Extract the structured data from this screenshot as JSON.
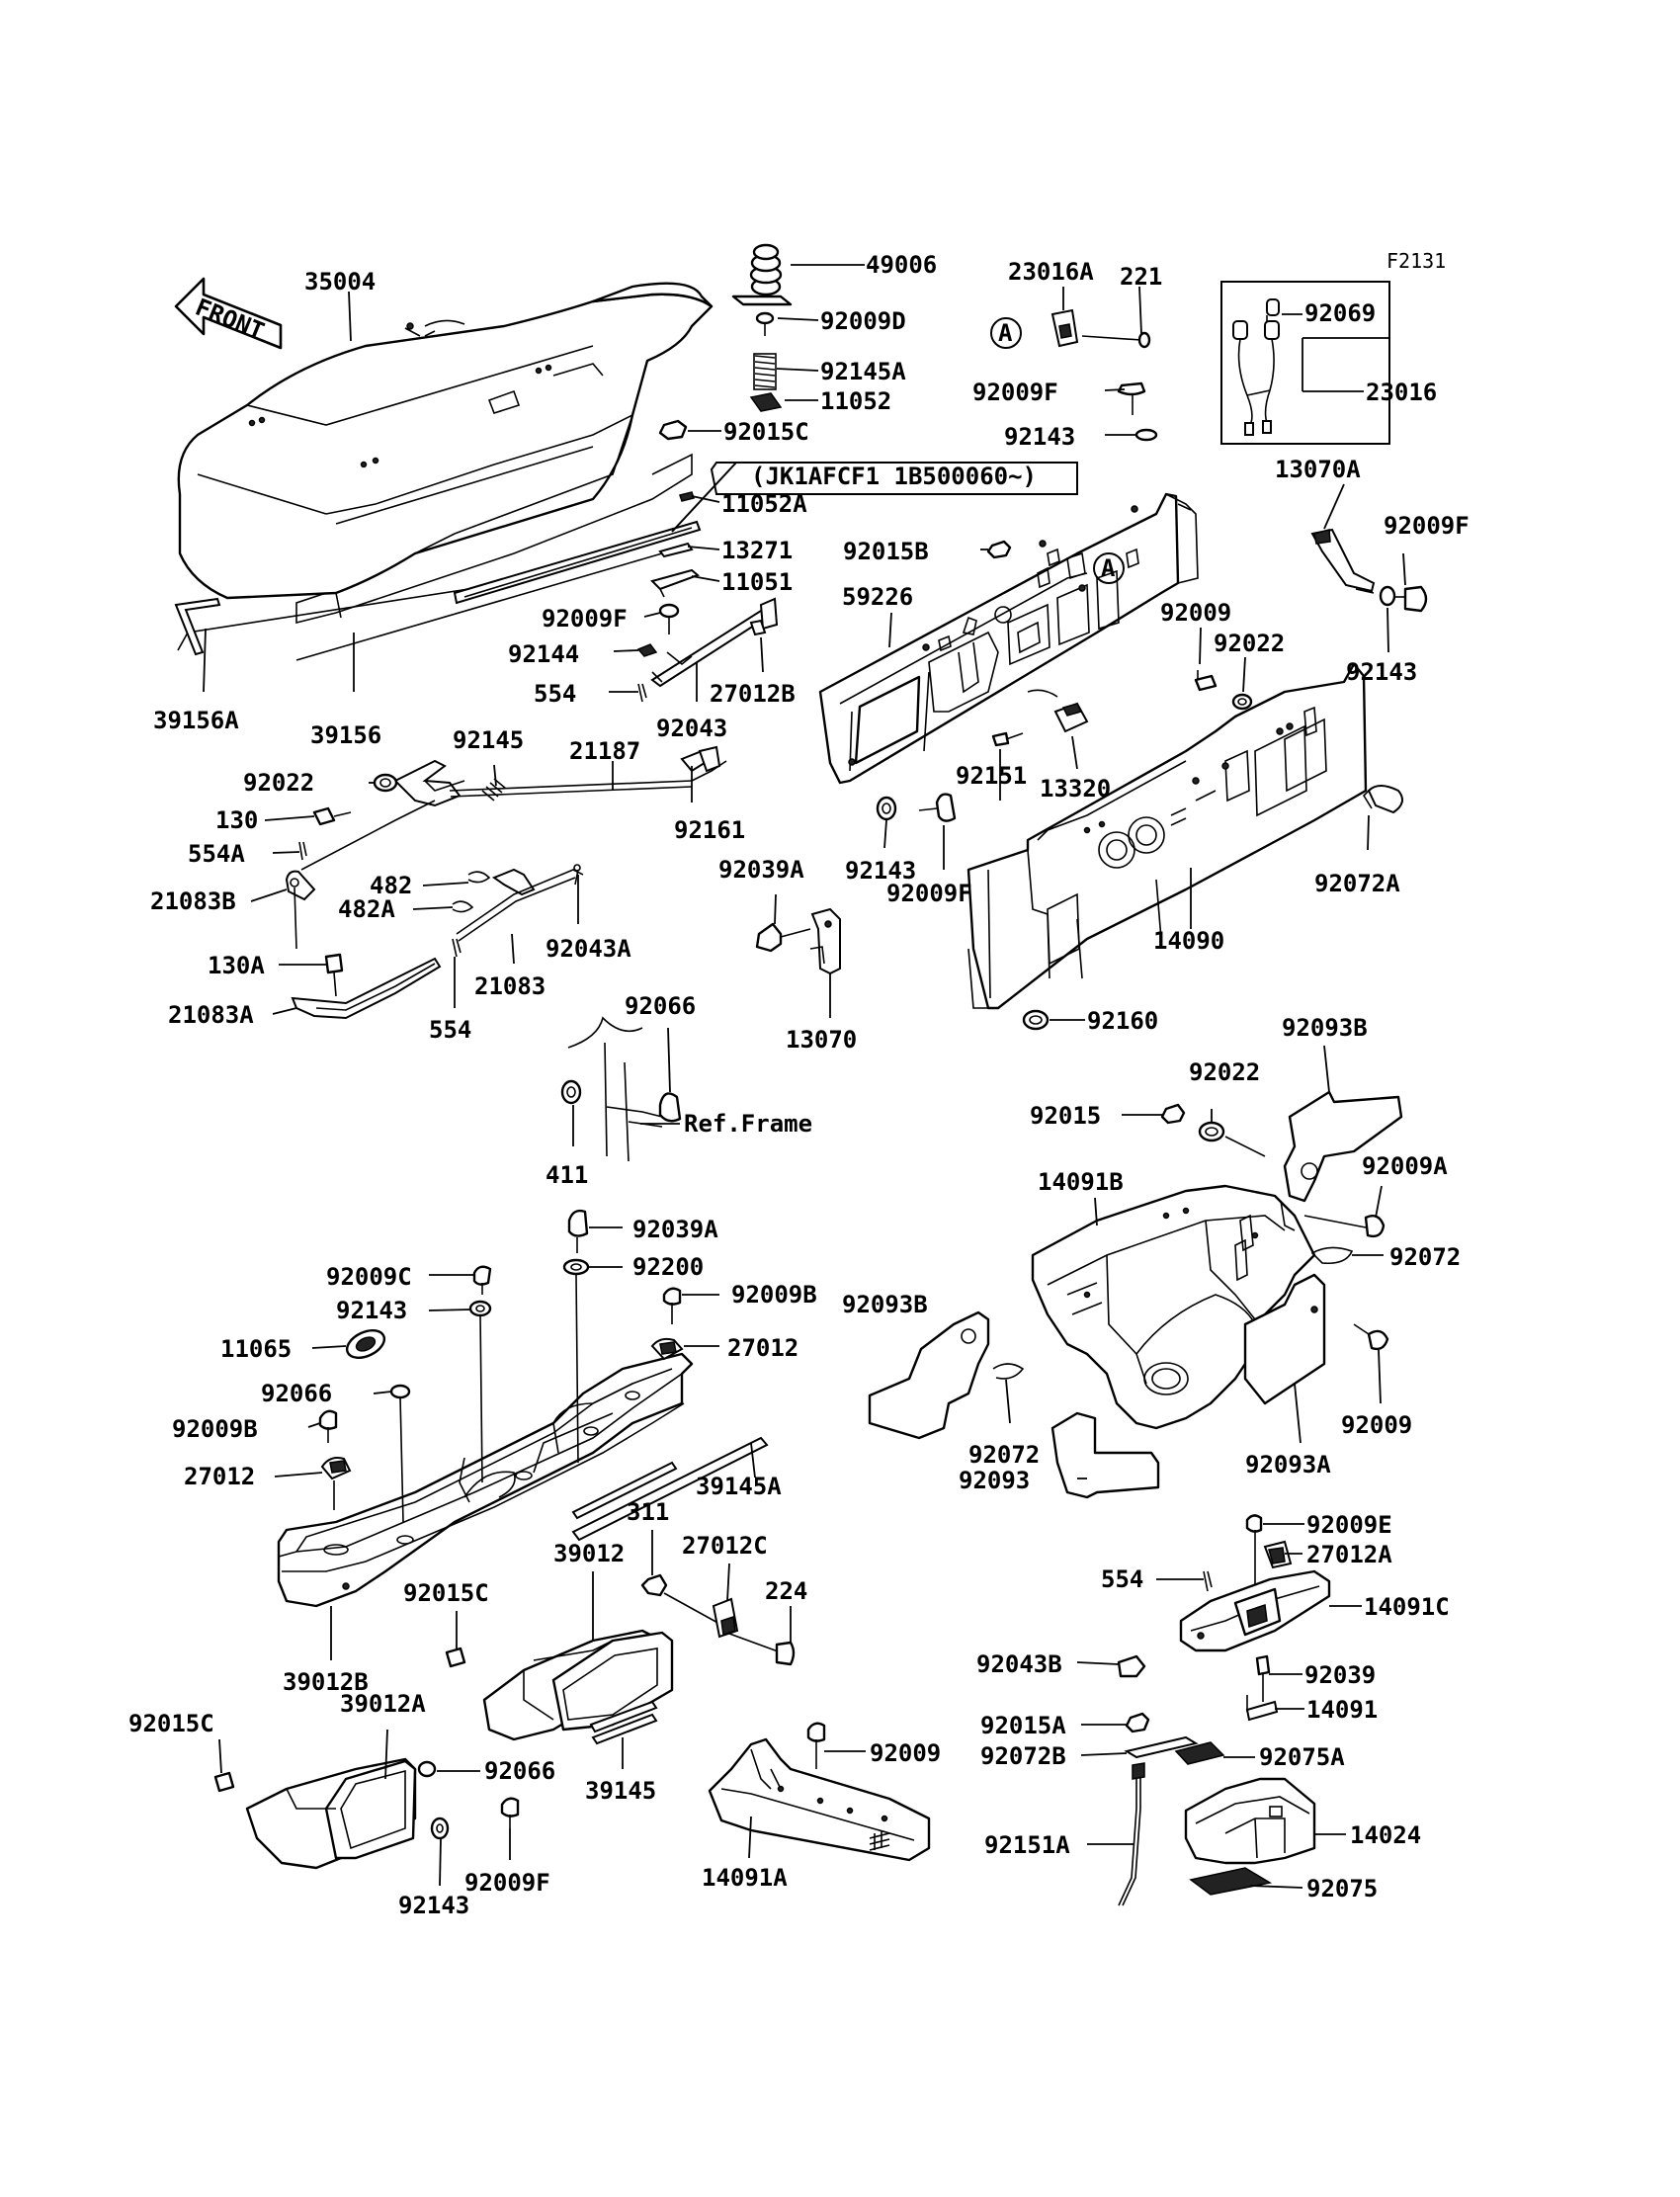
{
  "diagram_code": "F2131",
  "front_label": "FRONT",
  "reference_letter": "A",
  "serial_note": "(JK1AFCF1 1B500060~)",
  "labels": [
    {
      "id": "l1",
      "text": "35004"
    },
    {
      "id": "l2",
      "text": "49006"
    },
    {
      "id": "l3",
      "text": "92009D"
    },
    {
      "id": "l4",
      "text": "92145A"
    },
    {
      "id": "l5",
      "text": "11052"
    },
    {
      "id": "l6",
      "text": "92015C"
    },
    {
      "id": "l7",
      "text": "11052A"
    },
    {
      "id": "l8",
      "text": "13271"
    },
    {
      "id": "l9",
      "text": "11051"
    },
    {
      "id": "l10",
      "text": "92009F"
    },
    {
      "id": "l11",
      "text": "92144"
    },
    {
      "id": "l12",
      "text": "554"
    },
    {
      "id": "l13",
      "text": "27012B"
    },
    {
      "id": "l14",
      "text": "92043"
    },
    {
      "id": "l15",
      "text": "39156A"
    },
    {
      "id": "l16",
      "text": "39156"
    },
    {
      "id": "l17",
      "text": "23016A"
    },
    {
      "id": "l18",
      "text": "221"
    },
    {
      "id": "l19",
      "text": "92009F"
    },
    {
      "id": "l20",
      "text": "92143"
    },
    {
      "id": "l21",
      "text": "92069"
    },
    {
      "id": "l22",
      "text": "23016"
    },
    {
      "id": "l23",
      "text": "13070A"
    },
    {
      "id": "l24",
      "text": "92009F"
    },
    {
      "id": "l25",
      "text": "92143"
    },
    {
      "id": "l26",
      "text": "92015B"
    },
    {
      "id": "l27",
      "text": "59226"
    },
    {
      "id": "l28",
      "text": "92009"
    },
    {
      "id": "l29",
      "text": "92022"
    },
    {
      "id": "l30",
      "text": "13320"
    },
    {
      "id": "l31",
      "text": "92151"
    },
    {
      "id": "l32",
      "text": "92143"
    },
    {
      "id": "l33",
      "text": "92009F"
    },
    {
      "id": "l34",
      "text": "92072A"
    },
    {
      "id": "l35",
      "text": "14090"
    },
    {
      "id": "l36",
      "text": "92160"
    },
    {
      "id": "l37",
      "text": "92145"
    },
    {
      "id": "l38",
      "text": "21187"
    },
    {
      "id": "l39",
      "text": "92022"
    },
    {
      "id": "l40",
      "text": "130"
    },
    {
      "id": "l41",
      "text": "554A"
    },
    {
      "id": "l42",
      "text": "21083B"
    },
    {
      "id": "l43",
      "text": "92161"
    },
    {
      "id": "l44",
      "text": "482"
    },
    {
      "id": "l45",
      "text": "482A"
    },
    {
      "id": "l46",
      "text": "92043A"
    },
    {
      "id": "l47",
      "text": "130A"
    },
    {
      "id": "l48",
      "text": "21083"
    },
    {
      "id": "l49",
      "text": "21083A"
    },
    {
      "id": "l50",
      "text": "554"
    },
    {
      "id": "l51",
      "text": "92039A"
    },
    {
      "id": "l52",
      "text": "13070"
    },
    {
      "id": "l53",
      "text": "92066"
    },
    {
      "id": "l54",
      "text": "Ref.Frame"
    },
    {
      "id": "l55",
      "text": "411"
    },
    {
      "id": "l56",
      "text": "92093B"
    },
    {
      "id": "l57",
      "text": "92022"
    },
    {
      "id": "l58",
      "text": "92015"
    },
    {
      "id": "l59",
      "text": "92009A"
    },
    {
      "id": "l60",
      "text": "14091B"
    },
    {
      "id": "l61",
      "text": "92072"
    },
    {
      "id": "l62",
      "text": "92093B"
    },
    {
      "id": "l63",
      "text": "92009"
    },
    {
      "id": "l64",
      "text": "92072"
    },
    {
      "id": "l65",
      "text": "92093"
    },
    {
      "id": "l66",
      "text": "92093A"
    },
    {
      "id": "l67",
      "text": "92039A"
    },
    {
      "id": "l68",
      "text": "92200"
    },
    {
      "id": "l69",
      "text": "92009C"
    },
    {
      "id": "l70",
      "text": "92009B"
    },
    {
      "id": "l71",
      "text": "92143"
    },
    {
      "id": "l72",
      "text": "27012"
    },
    {
      "id": "l73",
      "text": "11065"
    },
    {
      "id": "l74",
      "text": "92066"
    },
    {
      "id": "l75",
      "text": "92009B"
    },
    {
      "id": "l76",
      "text": "27012"
    },
    {
      "id": "l77",
      "text": "39145A"
    },
    {
      "id": "l78",
      "text": "311"
    },
    {
      "id": "l79",
      "text": "39012"
    },
    {
      "id": "l80",
      "text": "27012C"
    },
    {
      "id": "l81",
      "text": "224"
    },
    {
      "id": "l82",
      "text": "92015C"
    },
    {
      "id": "l83",
      "text": "39012B"
    },
    {
      "id": "l84",
      "text": "92015C"
    },
    {
      "id": "l85",
      "text": "39012A"
    },
    {
      "id": "l86",
      "text": "92066"
    },
    {
      "id": "l87",
      "text": "39145"
    },
    {
      "id": "l88",
      "text": "92009F"
    },
    {
      "id": "l89",
      "text": "92143"
    },
    {
      "id": "l90",
      "text": "92009"
    },
    {
      "id": "l91",
      "text": "14091A"
    },
    {
      "id": "l92",
      "text": "92009E"
    },
    {
      "id": "l93",
      "text": "27012A"
    },
    {
      "id": "l94",
      "text": "554"
    },
    {
      "id": "l95",
      "text": "14091C"
    },
    {
      "id": "l96",
      "text": "92043B"
    },
    {
      "id": "l97",
      "text": "92039"
    },
    {
      "id": "l98",
      "text": "14091"
    },
    {
      "id": "l99",
      "text": "92015A"
    },
    {
      "id": "l100",
      "text": "92072B"
    },
    {
      "id": "l101",
      "text": "92075A"
    },
    {
      "id": "l102",
      "text": "92151A"
    },
    {
      "id": "l103",
      "text": "14024"
    },
    {
      "id": "l104",
      "text": "92075"
    }
  ]
}
